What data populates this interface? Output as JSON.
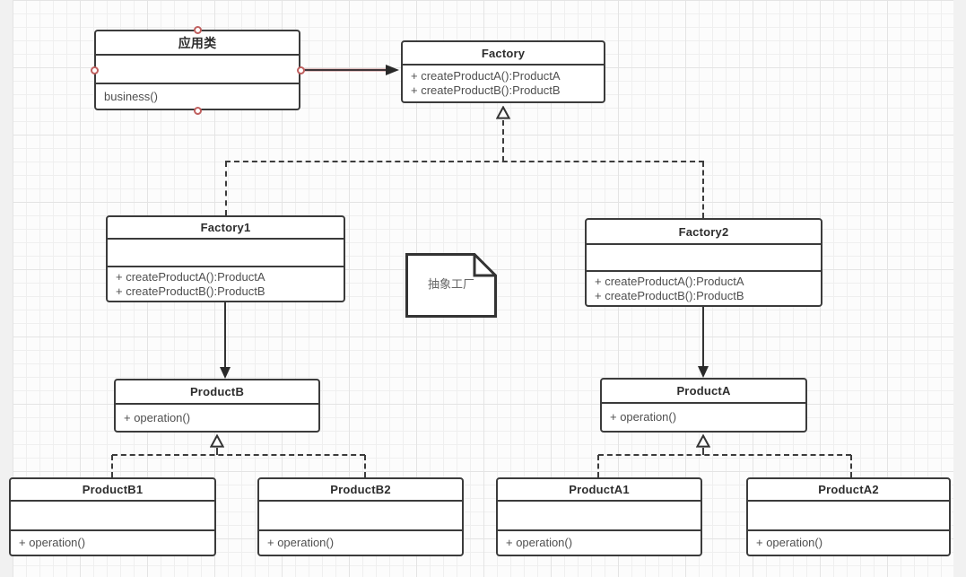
{
  "classes": {
    "app": {
      "title": "应用类",
      "methods": [
        "business()"
      ]
    },
    "factory": {
      "title": "Factory",
      "methods": [
        "+ createProductA():ProductA",
        "+ createProductB():ProductB"
      ]
    },
    "factory1": {
      "title": "Factory1",
      "methods": [
        "+ createProductA():ProductA",
        "+ createProductB():ProductB"
      ]
    },
    "factory2": {
      "title": "Factory2",
      "methods": [
        "+ createProductA():ProductA",
        "+ createProductB():ProductB"
      ]
    },
    "productB": {
      "title": "ProductB",
      "methods": [
        "+ operation()"
      ]
    },
    "productA": {
      "title": "ProductA",
      "methods": [
        "+ operation()"
      ]
    },
    "productB1": {
      "title": "ProductB1",
      "methods": [
        "+ operation()"
      ]
    },
    "productB2": {
      "title": "ProductB2",
      "methods": [
        "+ operation()"
      ]
    },
    "productA1": {
      "title": "ProductA1",
      "methods": [
        "+ operation()"
      ]
    },
    "productA2": {
      "title": "ProductA2",
      "methods": [
        "+ operation()"
      ]
    }
  },
  "note": {
    "text": "抽象工厂"
  },
  "relations": [
    {
      "from": "应用类",
      "to": "Factory",
      "type": "association"
    },
    {
      "from": "Factory1",
      "to": "Factory",
      "type": "realization"
    },
    {
      "from": "Factory2",
      "to": "Factory",
      "type": "realization"
    },
    {
      "from": "Factory1",
      "to": "ProductB",
      "type": "directed-association"
    },
    {
      "from": "Factory2",
      "to": "ProductA",
      "type": "directed-association"
    },
    {
      "from": "ProductB1",
      "to": "ProductB",
      "type": "realization"
    },
    {
      "from": "ProductB2",
      "to": "ProductB",
      "type": "realization"
    },
    {
      "from": "ProductA1",
      "to": "ProductA",
      "type": "realization"
    },
    {
      "from": "ProductA2",
      "to": "ProductA",
      "type": "realization"
    }
  ],
  "colors": {
    "box_border": "#3b3b3b",
    "box_fill": "#ffffff",
    "line": "#3c3c3c",
    "handle_stroke": "#bf5f5e",
    "association_highlight": "#d29696",
    "note_text": "#666666",
    "canvas_margin": "#f1f1f1"
  }
}
